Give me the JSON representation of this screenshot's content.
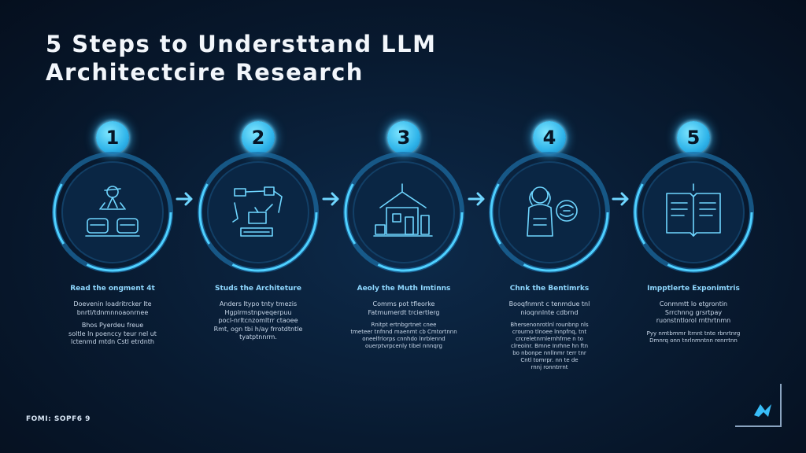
{
  "title": {
    "line1": "5 Steps to Understtand LLM",
    "line2": "Architectcire Research"
  },
  "steps": [
    {
      "number": "1",
      "title": "Read the ongment 4t",
      "icon": "researcher-at-desk-icon",
      "desc": [
        "Doevenin loadritrcker lte",
        "bnrtl/tdnmnnoaonrnee",
        "Bhos Pyerdeu freue",
        "soltle ln poenccy teur nel ut",
        "lctenmd mtdn Cstl etrdnth"
      ]
    },
    {
      "number": "2",
      "title": "Studs the Architeture",
      "icon": "architecture-diagram-icon",
      "desc": [
        "Anders ltypo tnty tmezis",
        "Hgplrmstnpveqerpuu",
        "pocl-nrltcnzomltrr ctaoee",
        "Rmt, ogn tbi h/ay frrotdtntle",
        "tyatptnnrm."
      ]
    },
    {
      "number": "3",
      "title": "Aeoly the Muth Imtinns",
      "icon": "house-model-icon",
      "desc": [
        "Comms pot tfleorke",
        "Fatmumerdt trciertlerg",
        "Rnitpt ertnbgrtnet cnee",
        "tmeteer tnfnnd maenmt cb Cmtortnnn",
        "oneelfrlorps cnnhdo lnrblennd",
        "ouerptvrpcenly tibel nnnqrg"
      ]
    },
    {
      "number": "4",
      "title": "Chnk the Bentimrks",
      "icon": "brain-benchmark-icon",
      "desc": [
        "Booqfnmnt c tenmdue tnl",
        "nioqnnlnte cdbrnd",
        "Bhersenonrotlnl rounbnp nls",
        "crourno tlnoee lnnpfnq, tnt",
        "crcreletnrnlernhfrne n to",
        "clreoinr. Bmne Inrhne hn ftn",
        "bo nbonpe nnllnmr terr tnr",
        "Cntl tomrpr. nn te de",
        "rnnj ronntrrnt"
      ]
    },
    {
      "number": "5",
      "title": "Impptlerte Exponimtris",
      "icon": "open-book-icon",
      "desc": [
        "Conmmtt lo etgrontin",
        "Srrchnng grsrtpay",
        "ruonstntlorol rnthrtnmn",
        "Pyy nmtbmmr ltrnnt tnte rbnrtnrg",
        "Dmnrq onn tnrlnmntnn renrrtnn"
      ]
    }
  ],
  "footer": "FOMI: SOPF6 9",
  "colors": {
    "accent": "#38bdf8",
    "background": "#081a30",
    "step_title": "#8fd8ff"
  }
}
